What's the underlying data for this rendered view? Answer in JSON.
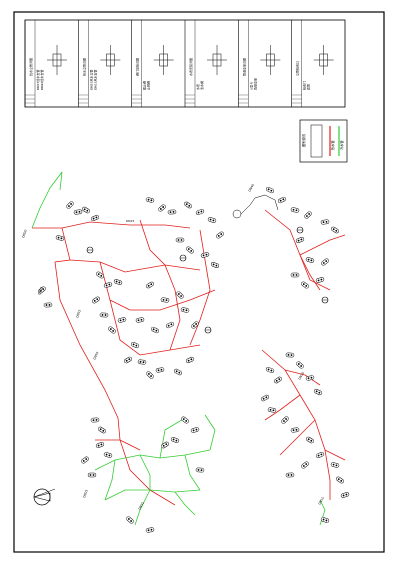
{
  "drawing": {
    "colors": {
      "cold_water": "#33cc33",
      "hot_water": "#e0201c",
      "line": "#000000",
      "paper": "#ffffff"
    },
    "legend": {
      "title": "图例说明",
      "items": [
        {
          "name": "热水管",
          "color": "#e0201c"
        },
        {
          "name": "冷水管",
          "color": "#33cc33"
        }
      ]
    },
    "title_block": {
      "panels": [
        {
          "heading": "给水立管详图",
          "notes": [
            "DN15给水支管",
            "DN20给水支管"
          ]
        },
        {
          "heading": "热水立管详图",
          "notes": [
            "DN25热水立管",
            "DN15热水支管"
          ]
        },
        {
          "heading": "阀门安装详图",
          "notes": [
            "截止阀",
            "止回阀"
          ]
        },
        {
          "heading": "水表安装详图",
          "notes": [
            "水表",
            "泄水阀"
          ]
        },
        {
          "heading": "管道支架详图",
          "notes": [
            "U型卡",
            "角钢支架"
          ]
        },
        {
          "heading": "立管检修口",
          "notes": [
            "检修门",
            "套管"
          ]
        }
      ]
    },
    "pipe_labels": [
      "DN20",
      "DN25",
      "DN32",
      "DN15",
      "DN40",
      "DN50"
    ]
  }
}
